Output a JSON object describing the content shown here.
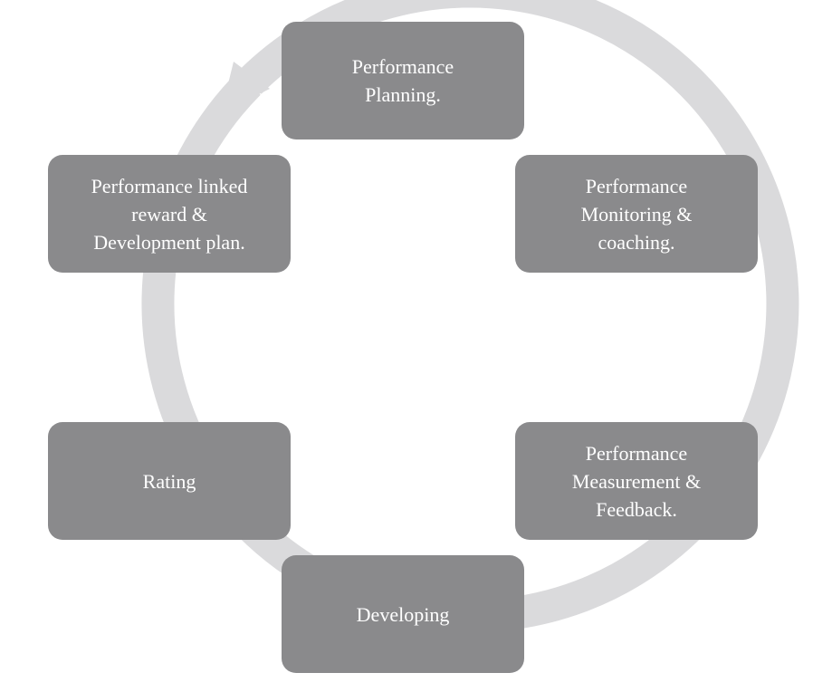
{
  "diagram": {
    "type": "cycle",
    "ring_color": "#dadadc",
    "box_color": "#8a8a8c",
    "text_color": "#ffffff",
    "stages": [
      {
        "id": "planning",
        "label": "Performance\nPlanning."
      },
      {
        "id": "monitoring",
        "label": "Performance\nMonitoring &\ncoaching."
      },
      {
        "id": "measurement",
        "label": "Performance\nMeasurement &\nFeedback."
      },
      {
        "id": "developing",
        "label": "Developing"
      },
      {
        "id": "rating",
        "label": "Rating"
      },
      {
        "id": "reward",
        "label": "Performance linked\nreward &\nDevelopment plan."
      }
    ]
  }
}
